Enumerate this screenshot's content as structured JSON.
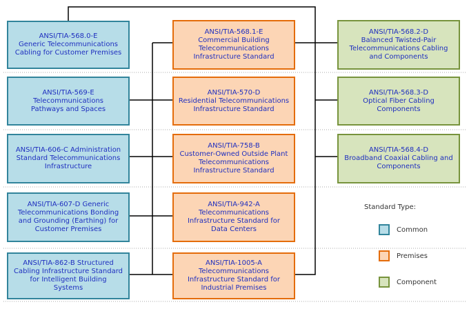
{
  "boxes": {
    "b_568_0": "ANSI/TIA-568.0-E\nGeneric Telecommunications\nCabling for Customer Premises",
    "b_569": "ANSI/TIA-569-E\nTelecommunications\nPathways and Spaces",
    "b_606": "ANSI/TIA-606-C Administration\nStandard Telecommunications\nInfrastructure",
    "b_607": "ANSI/TIA-607-D Generic\nTelecommunications Bonding\nand Grounding (Earthing) for\nCustomer Premises",
    "b_862": "ANSI/TIA-862-B Structured\nCabling Infrastructure Standard\nfor Intelligent Building\nSystems",
    "b_568_1": "ANSI/TIA-568.1-E\nCommercial Building\nTelecommunications\nInfrastructure Standard",
    "b_570": "ANSI/TIA-570-D\nResidential Telecommunications\nInfrastructure Standard",
    "b_758": "ANSI/TIA-758-B\nCustomer-Owned Outside Plant\nTelecommunications\nInfrastructure Standard",
    "b_942": "ANSI/TIA-942-A\nTelecommunications\nInfrastructure Standard for\nData Centers",
    "b_1005": "ANSI/TIA-1005-A\nTelecommunications\nInfrastructure Standard for\nIndustrial Premises",
    "b_568_2": "ANSI/TIA-568.2-D\nBalanced Twisted-Pair\nTelecommunications Cabling\nand Components",
    "b_568_3": "ANSI/TIA-568.3-D\nOptical Fiber Cabling\nComponents",
    "b_568_4": "ANSI/TIA-568.4-D\nBroadband Coaxial Cabling and\nComponents"
  },
  "legend": {
    "title": "Standard Type:",
    "common": "Common",
    "premises": "Premises",
    "component": "Component"
  },
  "colors": {
    "common_fill": "#b7dde8",
    "common_border": "#31849b",
    "premises_fill": "#fcd5b5",
    "premises_border": "#e46c0a",
    "component_fill": "#d7e4bd",
    "component_border": "#77933c",
    "text": "#1f2fbf"
  }
}
